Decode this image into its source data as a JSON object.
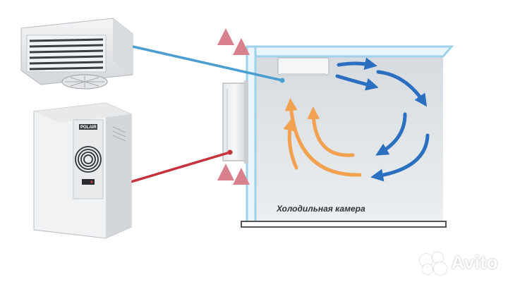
{
  "diagram": {
    "chamber_label": "Холодильная камера",
    "unit_brand": "POLAIR"
  },
  "watermark": {
    "text": "Avito"
  },
  "colors": {
    "cold_line": "#4a9fd0",
    "hot_line": "#c8323a",
    "cold_arrow": "#2a6fc0",
    "warm_arrow": "#f2a150",
    "heat_out_arrow": "#d8808e",
    "chamber_wall": "#9ed2ea",
    "chamber_floor": "#555555"
  }
}
